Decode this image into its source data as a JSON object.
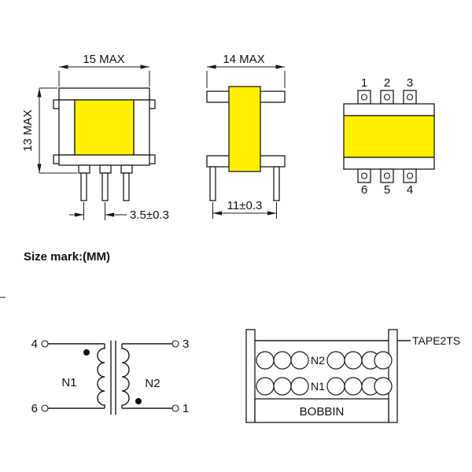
{
  "drawing": {
    "front_view": {
      "width": "15 MAX",
      "height": "13 MAX",
      "pin_pitch": "3.5±0.3"
    },
    "side_view": {
      "width": "14 MAX",
      "pin_row_pitch": "11±0.3"
    },
    "pin_view": {
      "top_pins": [
        "1",
        "2",
        "3"
      ],
      "bottom_pins": [
        "6",
        "5",
        "4"
      ]
    },
    "size_mark": "Size mark:(MM)"
  },
  "schematic": {
    "pin_top_left": "4",
    "pin_bottom_left": "6",
    "pin_top_right": "3",
    "pin_bottom_right": "1",
    "winding_left": "N1",
    "winding_right": "N2"
  },
  "cross_section": {
    "top_winding": "N2",
    "bottom_winding": "N1",
    "bobbin": "BOBBIN",
    "tape": "TAPE2TS"
  },
  "colors": {
    "winding": "#FFF100",
    "line": "#1A1A1A",
    "background": "#FFFFFF"
  }
}
